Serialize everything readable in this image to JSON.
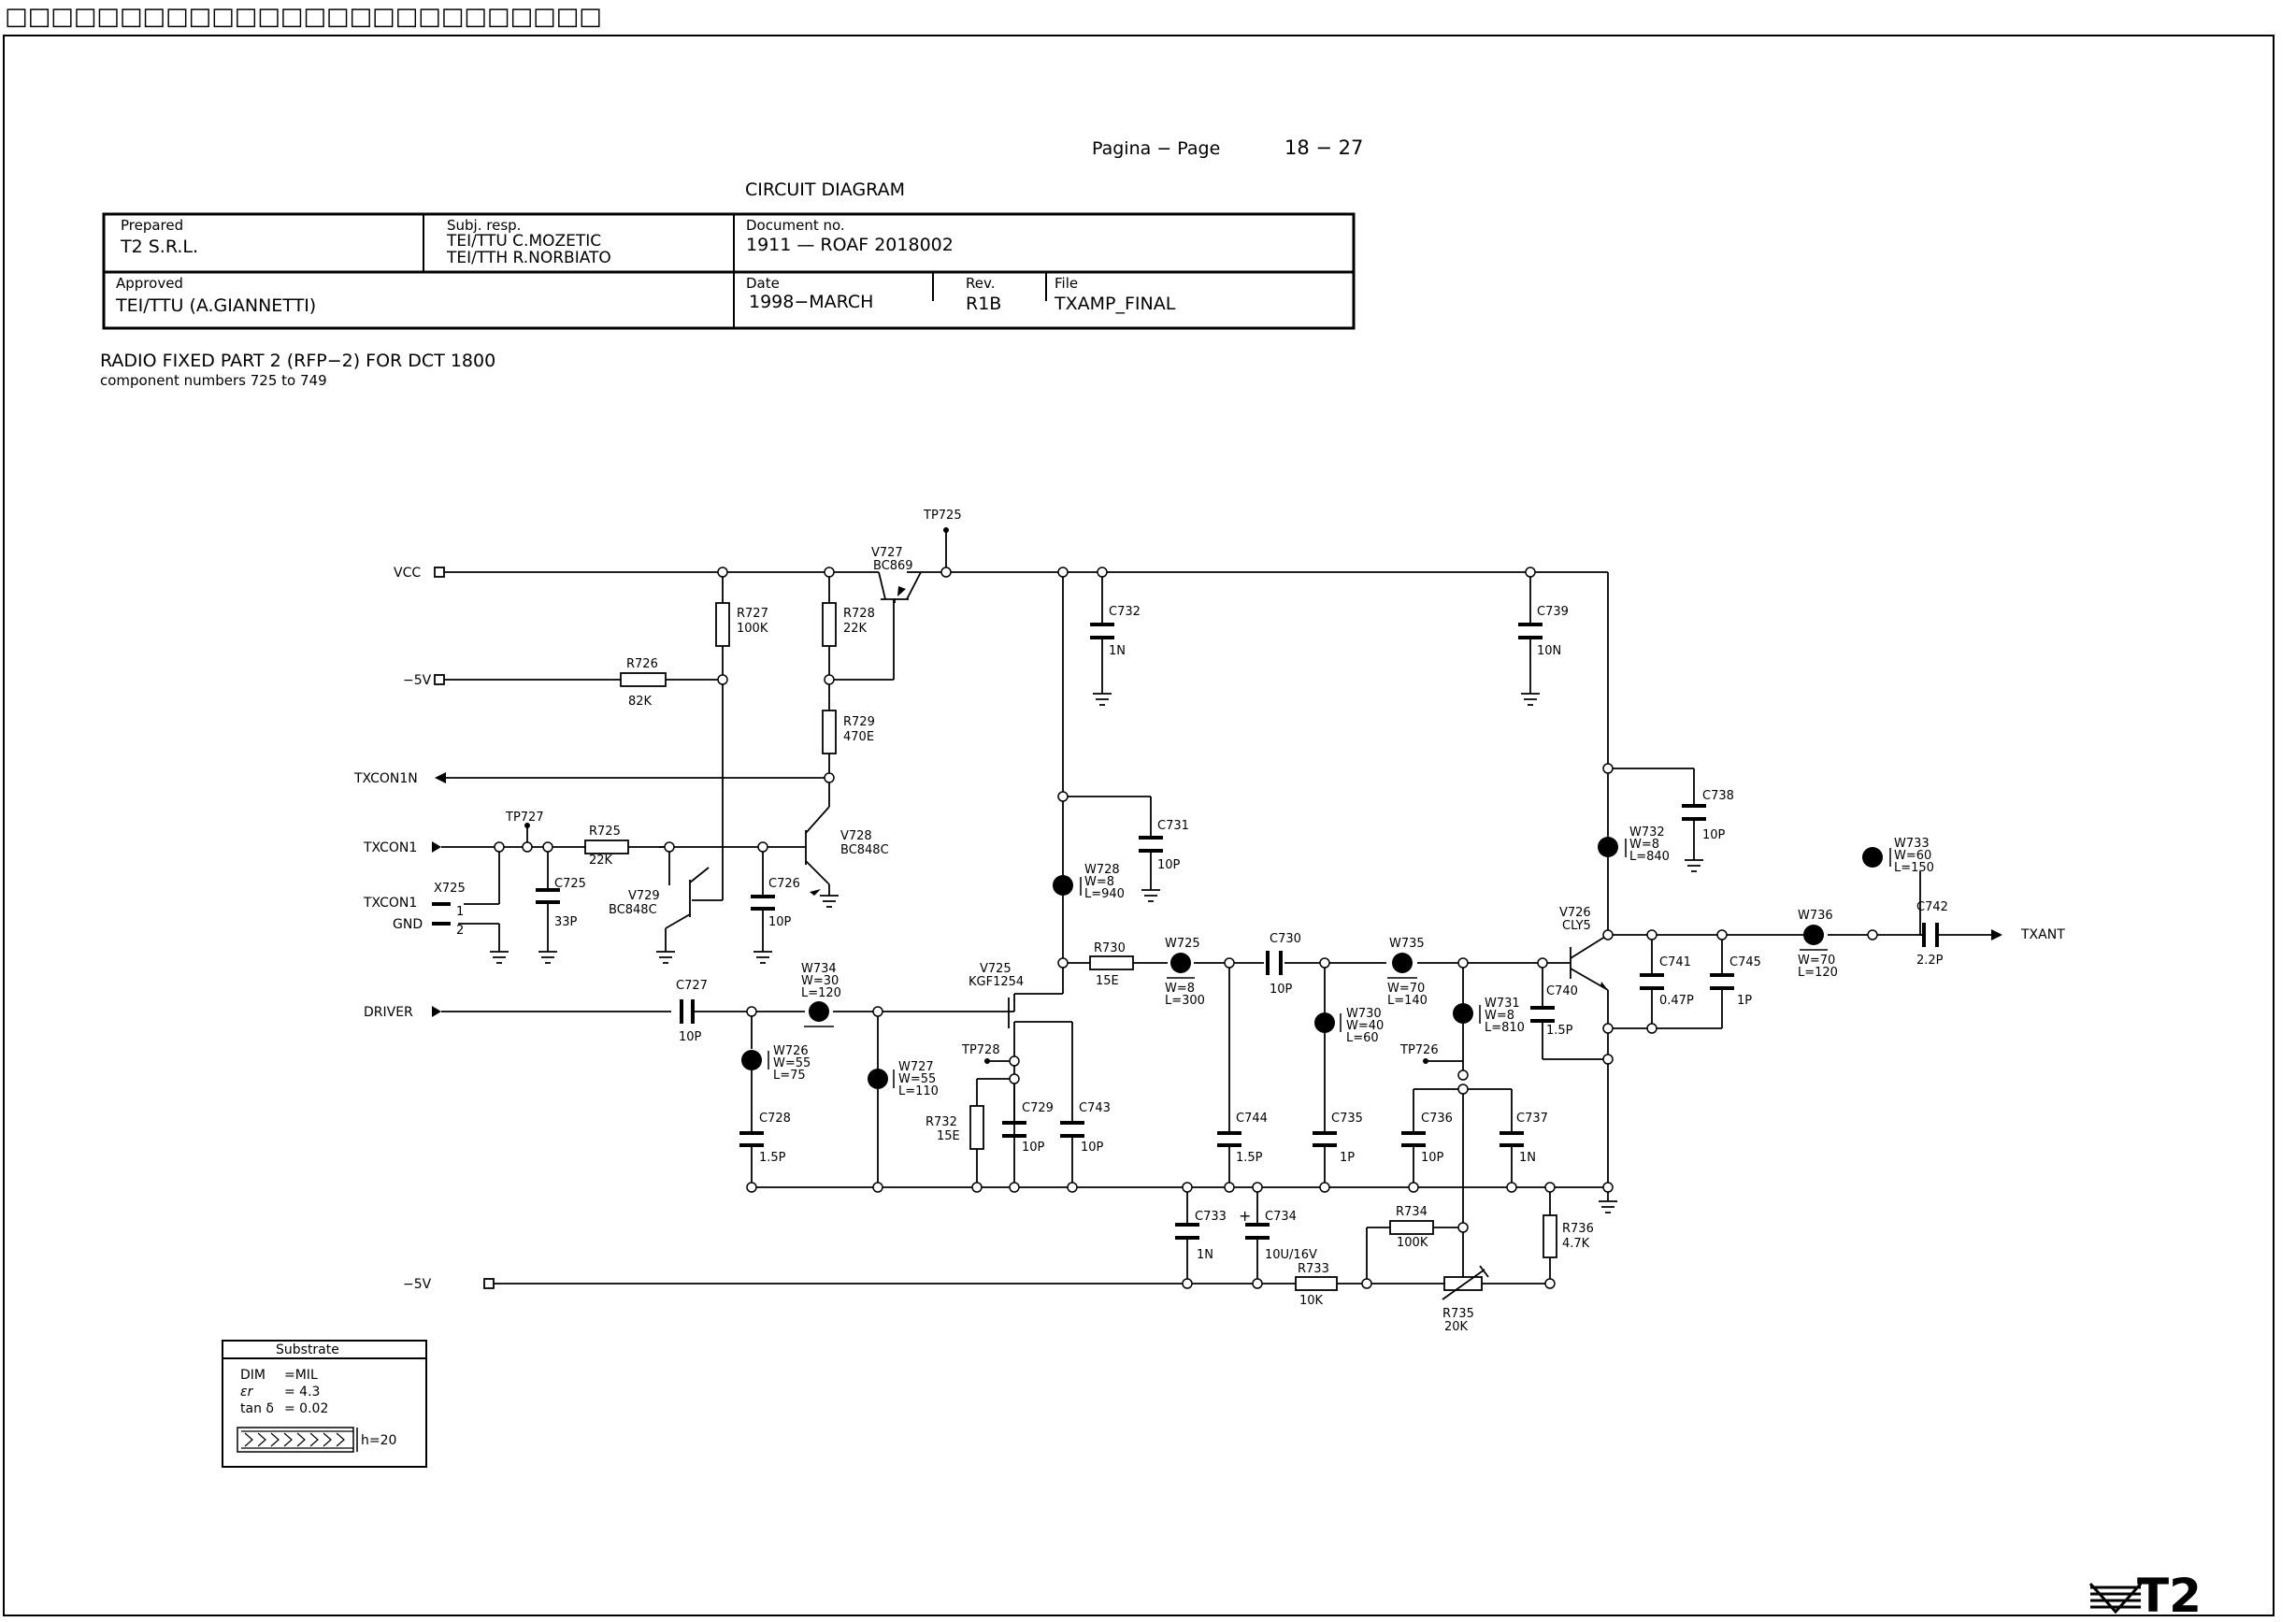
{
  "top_bar": "□□□□□□□□□□□□□□□□□□□□□□□□□□",
  "header": {
    "page_label": "Pagina − Page",
    "page_number": "18 − 27",
    "doc_type": "CIRCUIT DIAGRAM",
    "prepared_label": "Prepared",
    "prepared_value": "T2 S.R.L.",
    "subj_label": "Subj. resp.",
    "subj_line1": "TEI/TTU C.MOZETIC",
    "subj_line2": "TEI/TTH R.NORBIATO",
    "docno_label": "Document no.",
    "docno_value": "1911 — ROAF 2018002",
    "approved_label": "Approved",
    "approved_value": "TEI/TTU (A.GIANNETTI)",
    "date_label": "Date",
    "date_value": "1998−MARCH",
    "rev_label": "Rev.",
    "rev_value": "R1B",
    "file_label": "File",
    "file_value": "TXAMP_FINAL"
  },
  "title": {
    "main": "RADIO FIXED PART 2 (RFP−2) FOR DCT 1800",
    "sub": "component numbers 725 to 749"
  },
  "signals": {
    "vcc": "VCC",
    "m5v_top": "−5V",
    "txcon1n": "TXCON1N",
    "txcon1": "TXCON1",
    "x725_txcon1": "TXCON1",
    "x725_gnd": "GND",
    "x725_pin1": "1",
    "x725_pin2": "2",
    "driver": "DRIVER",
    "m5v_bottom": "−5V",
    "txant": "TXANT"
  },
  "components": {
    "tp725": "TP725",
    "tp727": "TP727",
    "tp728": "TP728",
    "tp726": "TP726",
    "x725": "X725",
    "r727": "R727",
    "r727v": "100K",
    "r728": "R728",
    "r728v": "22K",
    "r729": "R729",
    "r729v": "470E",
    "r726": "R726",
    "r726v": "82K",
    "r725": "R725",
    "r725v": "22K",
    "r730": "R730",
    "r730v": "15E",
    "r732": "R732",
    "r732v": "15E",
    "r733": "R733",
    "r733v": "10K",
    "r734": "R734",
    "r734v": "100K",
    "r735": "R735",
    "r735v": "20K",
    "r736": "R736",
    "r736v": "4.7K",
    "v727": "V727",
    "v727t": "BC869",
    "v728": "V728",
    "v728t": "BC848C",
    "v729": "V729",
    "v729t": "BC848C",
    "v725": "V725",
    "v725t": "KGF1254",
    "v726": "V726",
    "v726t": "CLY5",
    "c725": "C725",
    "c725v": "33P",
    "c726": "C726",
    "c726v": "10P",
    "c727": "C727",
    "c727v": "10P",
    "c728": "C728",
    "c728v": "1.5P",
    "c729": "C729",
    "c729v": "10P",
    "c730": "C730",
    "c730v": "10P",
    "c731": "C731",
    "c731v": "10P",
    "c732": "C732",
    "c732v": "1N",
    "c733": "C733",
    "c733v": "1N",
    "c734": "C734",
    "c734v": "10U/16V",
    "c734p": "+",
    "c735": "C735",
    "c735v": "1P",
    "c736": "C736",
    "c736v": "10P",
    "c737": "C737",
    "c737v": "1N",
    "c738": "C738",
    "c738v": "10P",
    "c739": "C739",
    "c739v": "10N",
    "c740": "C740",
    "c740v": "1.5P",
    "c741": "C741",
    "c741v": "0.47P",
    "c742": "C742",
    "c742v": "2.2P",
    "c743": "C743",
    "c743v": "10P",
    "c744": "C744",
    "c744v": "1.5P",
    "c745": "C745",
    "c745v": "1P",
    "w725": "W725",
    "w725a": "W=8",
    "w725b": "L=300",
    "w726": "W726",
    "w726a": "W=55",
    "w726b": "L=75",
    "w727": "W727",
    "w727a": "W=55",
    "w727b": "L=110",
    "w728": "W728",
    "w728a": "W=8",
    "w728b": "L=940",
    "w730": "W730",
    "w730a": "W=40",
    "w730b": "L=60",
    "w731": "W731",
    "w731a": "W=8",
    "w731b": "L=810",
    "w732": "W732",
    "w732a": "W=8",
    "w732b": "L=840",
    "w733": "W733",
    "w733a": "W=60",
    "w733b": "L=150",
    "w734": "W734",
    "w734a": "W=30",
    "w734b": "L=120",
    "w735": "W735",
    "w735a": "W=70",
    "w735b": "L=140",
    "w736": "W736",
    "w736a": "W=70",
    "w736b": "L=120"
  },
  "substrate": {
    "title": "Substrate",
    "dim_label": "DIM",
    "dim_value": "=MIL",
    "er_label": "εr",
    "er_value": "= 4.3",
    "tan_label": "tan δ",
    "tan_value": "= 0.02",
    "h_value": "h=20"
  },
  "logo_text": "T2"
}
